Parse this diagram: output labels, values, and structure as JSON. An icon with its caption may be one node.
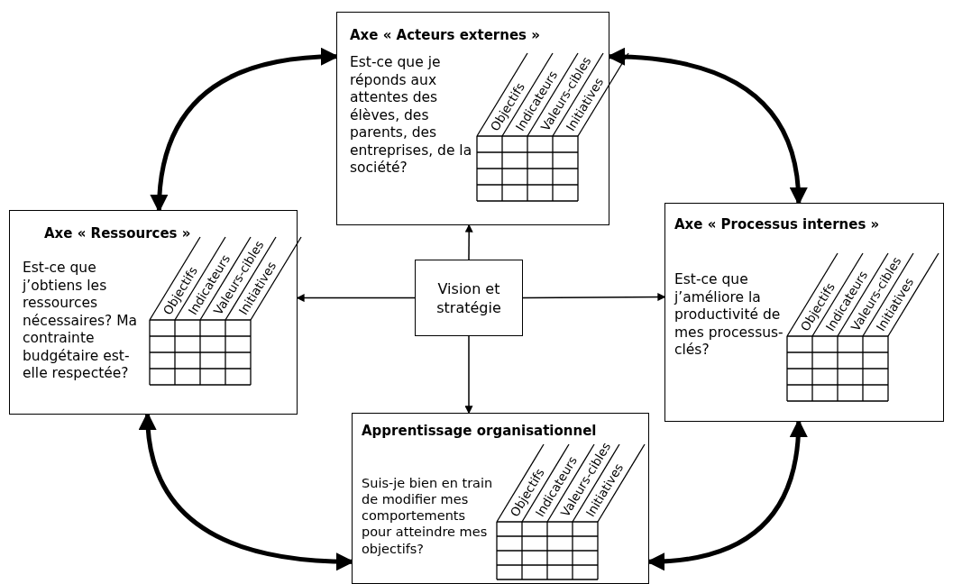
{
  "diagram": {
    "nodes": [
      {
        "text": [
          "Axe « Acteurs externes »",
          "Est-ce que je réponds aux attentes des élèves, des parents, des entreprises, de la société?",
          "Objectifs",
          "Indicateurs",
          "Valeurs-cibles",
          "Initiatives"
        ]
      },
      {
        "text": [
          "Axe « Ressources »",
          "Est-ce que j’obtiens les ressources nécessaires? Ma contrainte budgétaire est-elle respectée?",
          "Objectifs",
          "Indicateurs",
          "Valeurs-cibles",
          "Initiatives"
        ]
      },
      {
        "text": [
          "Vision et stratégie"
        ]
      },
      {
        "text": [
          "Axe « Processus internes »",
          "Est-ce que j’améliore la productivité de mes processus-clés?",
          "Objectifs",
          "Indicateurs",
          "Valeurs-cibles",
          "Initiatives"
        ]
      },
      {
        "text": [
          "Apprentissage organisationnel",
          "Suis-je bien en train de modifier mes comportements pour atteindre mes objectifs?",
          "Objectifs",
          "Indicateurs",
          "Valeurs-cibles",
          "Initiatives"
        ]
      }
    ],
    "edges": [
      {
        "from": 2,
        "to": 0,
        "arrow": "to"
      },
      {
        "from": 2,
        "to": 1,
        "arrow": "to"
      },
      {
        "from": 2,
        "to": 3,
        "arrow": "to"
      },
      {
        "from": 2,
        "to": 4,
        "arrow": "to"
      },
      {
        "from": 1,
        "to": 0,
        "arrow": "both",
        "style": "thick"
      },
      {
        "from": 0,
        "to": 3,
        "arrow": "both",
        "style": "thick"
      },
      {
        "from": 1,
        "to": 4,
        "arrow": "both",
        "style": "thick"
      },
      {
        "from": 4,
        "to": 3,
        "arrow": "both",
        "style": "thick"
      }
    ]
  }
}
